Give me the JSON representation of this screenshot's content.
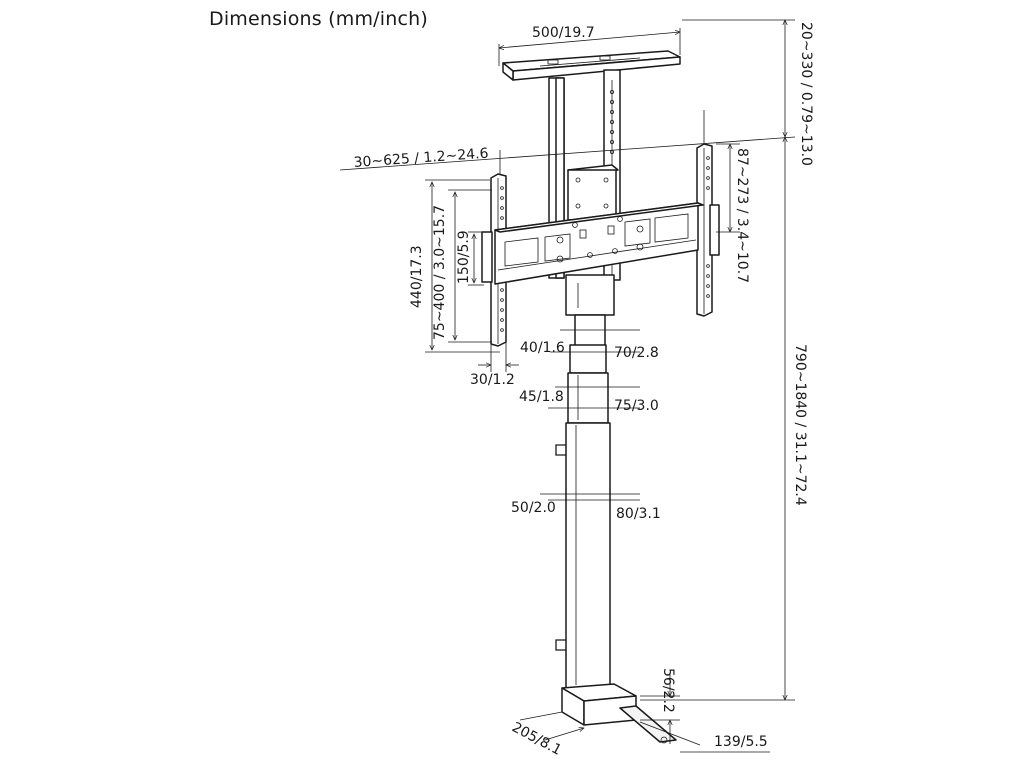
{
  "title": "Dimensions (mm/inch)",
  "dimensions": {
    "ceiling_plate_width": "500/19.7",
    "ceiling_drop": "20~330 / 0.79~13.0",
    "arm_reach": "30~625 / 1.2~24.6",
    "bracket_offset": "87~273 / 3.4~10.7",
    "bracket_height": "440/17.3",
    "vesa_vertical": "75~400 / 3.0~15.7",
    "vesa_min": "150/5.9",
    "bracket_depth": "30/1.2",
    "upper_tube_depth": "40/1.6",
    "upper_tube_width": "70/2.8",
    "mid_tube_depth": "45/1.8",
    "mid_tube_width": "75/3.0",
    "lower_tube_depth": "50/2.0",
    "lower_tube_width": "80/3.1",
    "total_height": "790~1840 / 31.1~72.4",
    "base_height": "56/2.2",
    "base_depth": "205/8.1",
    "base_width": "139/5.5"
  }
}
